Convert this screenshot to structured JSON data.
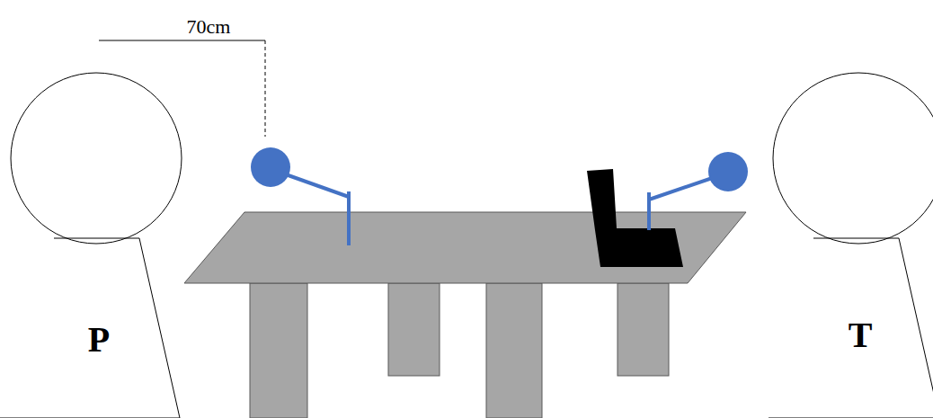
{
  "diagram": {
    "nodes": [
      {
        "text": [
          "P"
        ]
      },
      {
        "text": [
          "T"
        ]
      }
    ],
    "labels": [
      "70cm"
    ]
  }
}
